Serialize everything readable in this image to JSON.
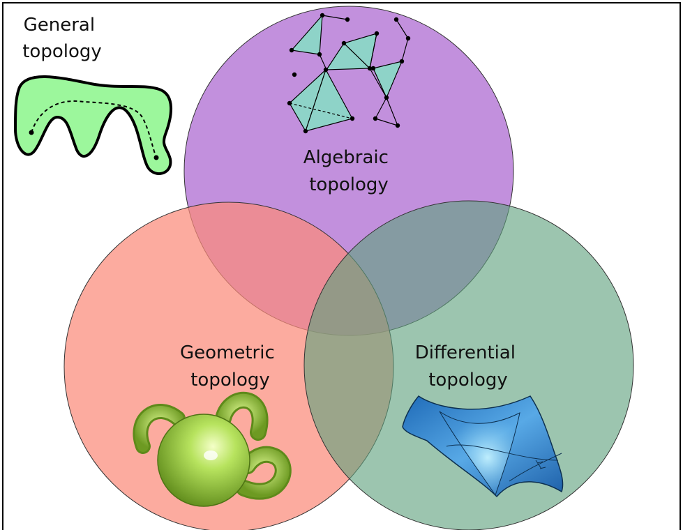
{
  "diagram": {
    "title": "",
    "regions": [
      {
        "name": "general",
        "label_lines": [
          "General",
          "topology"
        ],
        "color": "#ffffff"
      },
      {
        "name": "algebraic",
        "label_lines": [
          "Algebraic",
          "topology"
        ],
        "color": "#b477d6"
      },
      {
        "name": "geometric",
        "label_lines": [
          "Geometric",
          "topology"
        ],
        "color": "#fb8b7a"
      },
      {
        "name": "differential",
        "label_lines": [
          "Differential",
          "topology"
        ],
        "color": "#5fa27e"
      }
    ],
    "illustrations": {
      "general": "green blob with dashed path between two points",
      "algebraic": "simplicial complex of teal triangles and black vertices",
      "geometric": "green sphere with attached handles",
      "differential": "blue curved surface sheet"
    },
    "colors": {
      "border": "#000000",
      "blob_fill": "#9cf79c",
      "simplex_fill": "#8ed3c8",
      "sphere": "#a6d94a",
      "surface": "#3d91d6"
    }
  }
}
